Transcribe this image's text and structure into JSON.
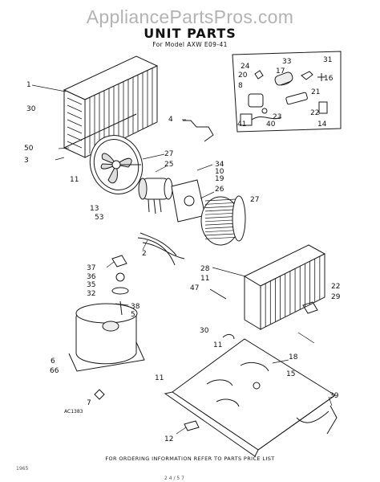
{
  "watermark": "AppliancePartsPros.com",
  "title": "UNIT PARTS",
  "subtitle": "For Model AXW E09-41",
  "footer": "FOR ORDERING INFORMATION REFER TO PARTS PRICE LIST",
  "figure_code": "AC1383",
  "edge_text_left": "1965",
  "edge_text_bottom": "2 4 / 5 7",
  "callouts": [
    {
      "id": "c1",
      "text": "1"
    },
    {
      "id": "c30a",
      "text": "30"
    },
    {
      "id": "c50",
      "text": "50"
    },
    {
      "id": "c3",
      "text": "3"
    },
    {
      "id": "c11a",
      "text": "11"
    },
    {
      "id": "c4",
      "text": "4"
    },
    {
      "id": "c27a",
      "text": "27"
    },
    {
      "id": "c25",
      "text": "25"
    },
    {
      "id": "c34",
      "text": "34"
    },
    {
      "id": "c10",
      "text": "10"
    },
    {
      "id": "c19",
      "text": "19"
    },
    {
      "id": "c26",
      "text": "26"
    },
    {
      "id": "c27b",
      "text": "27"
    },
    {
      "id": "c13",
      "text": "13"
    },
    {
      "id": "c53",
      "text": "53"
    },
    {
      "id": "c2",
      "text": "2"
    },
    {
      "id": "c24",
      "text": "24"
    },
    {
      "id": "c33",
      "text": "33"
    },
    {
      "id": "c31",
      "text": "31"
    },
    {
      "id": "c20",
      "text": "20"
    },
    {
      "id": "c17",
      "text": "17"
    },
    {
      "id": "c16",
      "text": "16"
    },
    {
      "id": "c8",
      "text": "8"
    },
    {
      "id": "c21",
      "text": "21"
    },
    {
      "id": "c23",
      "text": "23"
    },
    {
      "id": "c22a",
      "text": "22"
    },
    {
      "id": "c41",
      "text": "41"
    },
    {
      "id": "c40",
      "text": "40"
    },
    {
      "id": "c14",
      "text": "14"
    },
    {
      "id": "c37",
      "text": "37"
    },
    {
      "id": "c36",
      "text": "36"
    },
    {
      "id": "c35",
      "text": "35"
    },
    {
      "id": "c32",
      "text": "32"
    },
    {
      "id": "c38",
      "text": "38"
    },
    {
      "id": "c5",
      "text": "5"
    },
    {
      "id": "c28",
      "text": "28"
    },
    {
      "id": "c11b",
      "text": "11"
    },
    {
      "id": "c47",
      "text": "47"
    },
    {
      "id": "c22b",
      "text": "22"
    },
    {
      "id": "c29",
      "text": "29"
    },
    {
      "id": "c30b",
      "text": "30"
    },
    {
      "id": "c11c",
      "text": "11"
    },
    {
      "id": "c18",
      "text": "18"
    },
    {
      "id": "c15",
      "text": "15"
    },
    {
      "id": "c6",
      "text": "6"
    },
    {
      "id": "c66",
      "text": "66"
    },
    {
      "id": "c11d",
      "text": "11"
    },
    {
      "id": "c7",
      "text": "7"
    },
    {
      "id": "c39",
      "text": "39"
    },
    {
      "id": "c12",
      "text": "12"
    }
  ]
}
